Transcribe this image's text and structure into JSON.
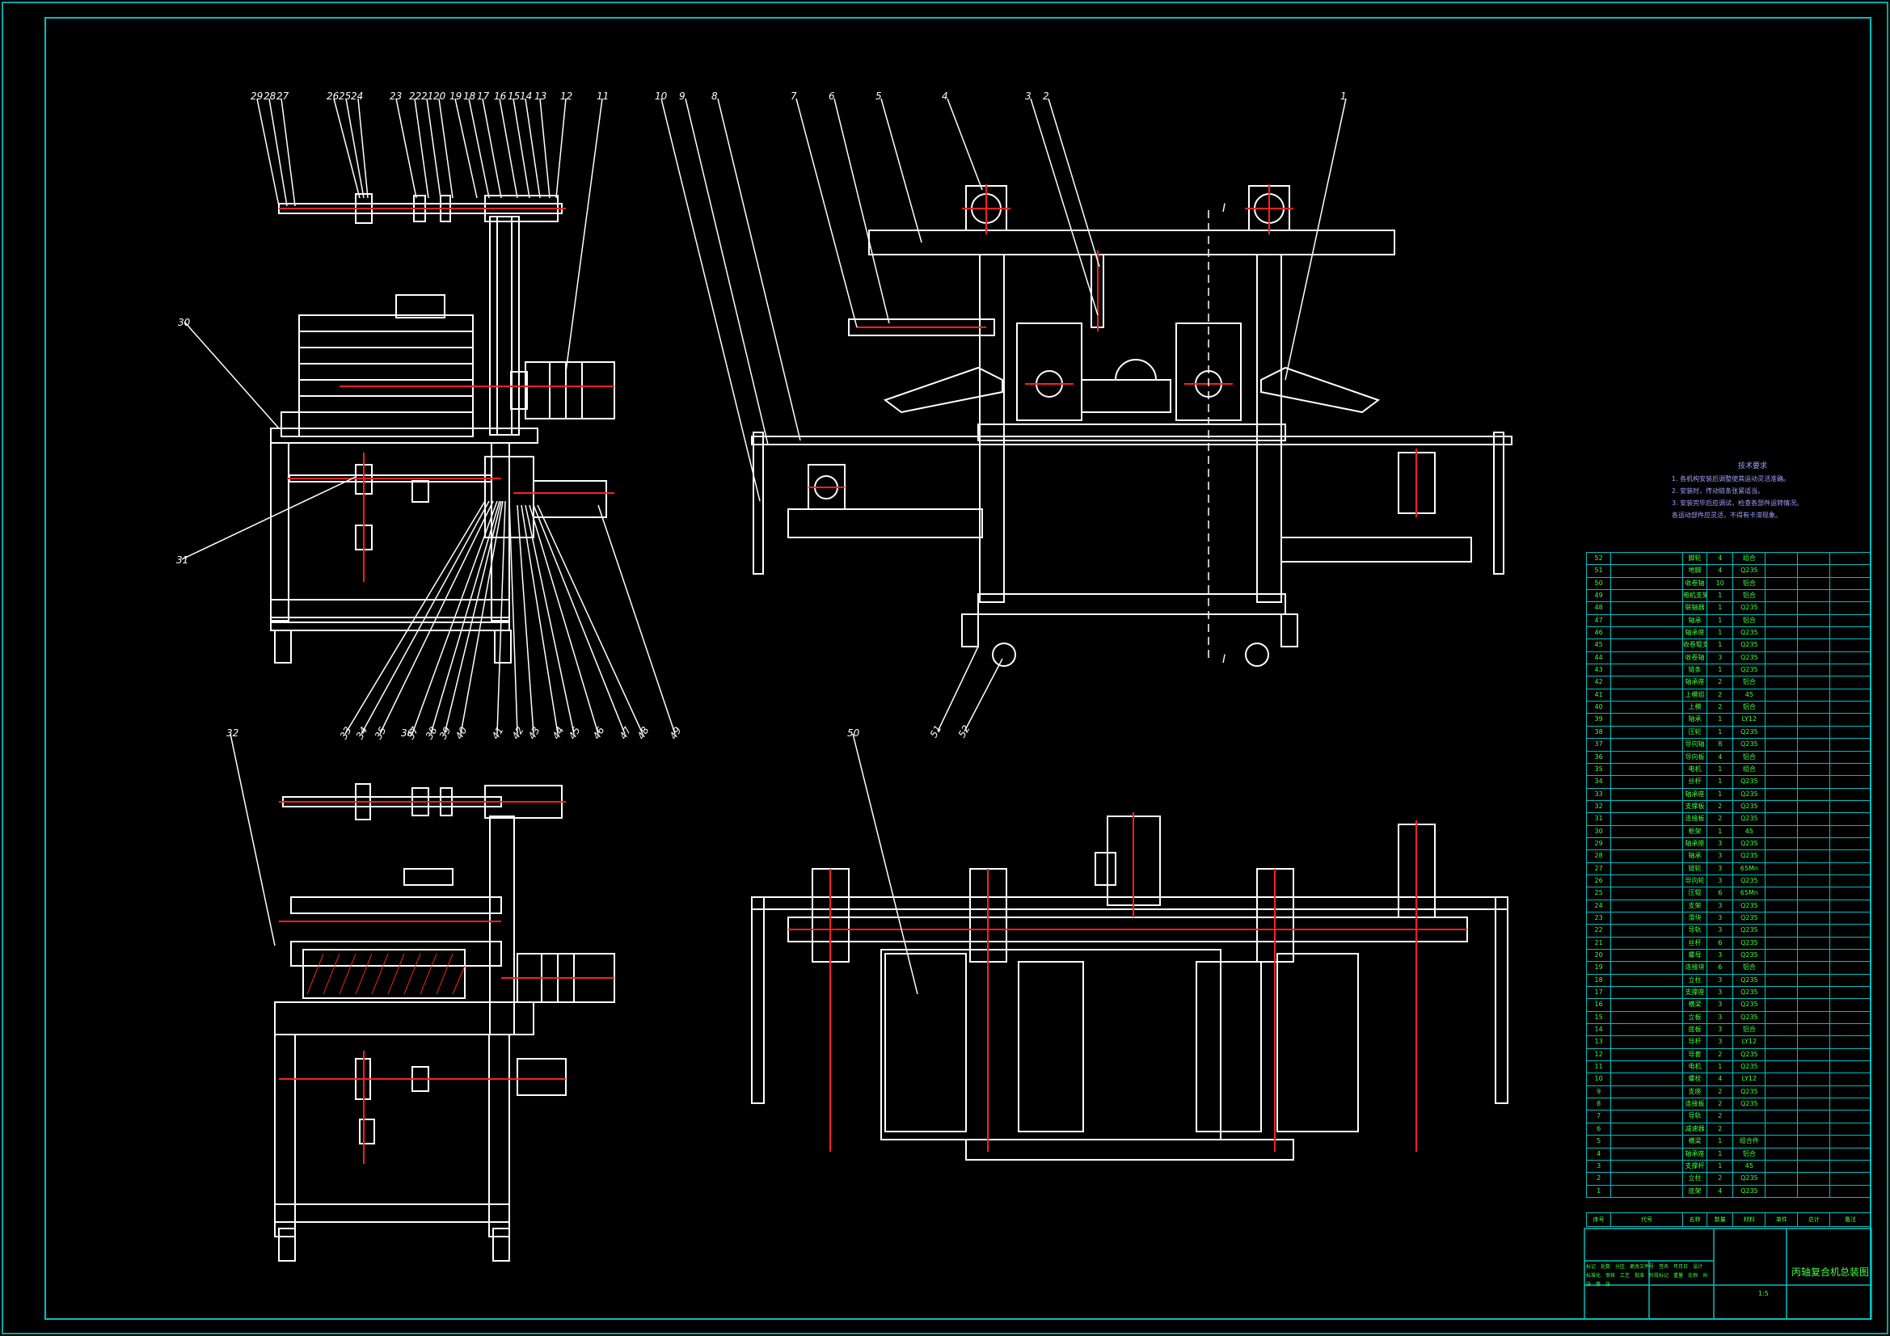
{
  "colors": {
    "background": "#000000",
    "frame": "#00a8a8",
    "geometry": "#ffffff",
    "centerline": "#ff2020",
    "table_lines": "#00c0c0",
    "table_text": "#40ff40",
    "note_text": "#a0a0ff"
  },
  "balloons": {
    "side_view_top": [
      "29",
      "28",
      "27",
      "26",
      "25",
      "24",
      "23",
      "22",
      "21",
      "20",
      "19",
      "18",
      "17",
      "16",
      "15",
      "14",
      "13",
      "12",
      "11"
    ],
    "side_view_left": [
      "30",
      "31"
    ],
    "side_view_bottom": [
      "33",
      "34",
      "35",
      "37",
      "38",
      "39",
      "40",
      "41",
      "42",
      "43",
      "44",
      "45",
      "46",
      "47",
      "48",
      "49"
    ],
    "section_view": [
      "32",
      "36"
    ],
    "front_view_top": [
      "10",
      "9",
      "8",
      "7",
      "6",
      "5",
      "4",
      "3",
      "2",
      "1"
    ],
    "front_view_bottom": [
      "51",
      "52"
    ],
    "top_view": [
      "50"
    ]
  },
  "section_marks": [
    "I",
    "I"
  ],
  "tech_notes": {
    "title": "技术要求",
    "lines": [
      "1. 各机构安装后调整使其运动灵活准确。",
      "2. 安装时，传动链条张紧适当。",
      "3. 安装完毕后应调试，检查各部件运转情况。",
      "   各运动部件应灵活，不得有卡滞现象。"
    ]
  },
  "parts_list": {
    "rows": [
      [
        "52",
        "脚轮",
        "4",
        "组合"
      ],
      [
        "51",
        "地脚",
        "4",
        "Q235"
      ],
      [
        "50",
        "收卷轴",
        "10",
        "铝合"
      ],
      [
        "49",
        "电机支架",
        "1",
        "铝合"
      ],
      [
        "48",
        "联轴器",
        "1",
        "Q235"
      ],
      [
        "47",
        "轴承",
        "1",
        "铝合"
      ],
      [
        "46",
        "轴承座",
        "1",
        "Q235"
      ],
      [
        "45",
        "收卷辊支撑",
        "1",
        "Q235"
      ],
      [
        "44",
        "收卷轴",
        "3",
        "Q235"
      ],
      [
        "43",
        "链条",
        "1",
        "Q235"
      ],
      [
        "42",
        "轴承座",
        "2",
        "铝合"
      ],
      [
        "41",
        "上模组",
        "2",
        "45"
      ],
      [
        "40",
        "上模",
        "2",
        "铝合"
      ],
      [
        "39",
        "轴承",
        "1",
        "LY12"
      ],
      [
        "38",
        "压轮",
        "1",
        "Q235"
      ],
      [
        "37",
        "导向轴",
        "8",
        "Q235"
      ],
      [
        "36",
        "导向板",
        "4",
        "铝合"
      ],
      [
        "35",
        "电机",
        "1",
        "组合"
      ],
      [
        "34",
        "丝杆",
        "1",
        "Q235"
      ],
      [
        "33",
        "轴承座",
        "1",
        "Q235"
      ],
      [
        "32",
        "支撑板",
        "2",
        "Q235"
      ],
      [
        "31",
        "连接板",
        "2",
        "Q235"
      ],
      [
        "30",
        "框架",
        "1",
        "45"
      ],
      [
        "29",
        "轴承座",
        "3",
        "Q235"
      ],
      [
        "28",
        "轴承",
        "3",
        "Q235"
      ],
      [
        "27",
        "链轮",
        "3",
        "65Mn"
      ],
      [
        "26",
        "导向轮",
        "3",
        "Q235"
      ],
      [
        "25",
        "压辊",
        "6",
        "65Mn"
      ],
      [
        "24",
        "支架",
        "3",
        "Q235"
      ],
      [
        "23",
        "滑块",
        "3",
        "Q235"
      ],
      [
        "22",
        "导轨",
        "3",
        "Q235"
      ],
      [
        "21",
        "丝杆",
        "6",
        "Q235"
      ],
      [
        "20",
        "螺母",
        "3",
        "Q235"
      ],
      [
        "19",
        "连接块",
        "6",
        "铝合"
      ],
      [
        "18",
        "立柱",
        "3",
        "Q235"
      ],
      [
        "17",
        "支撑座",
        "3",
        "Q235"
      ],
      [
        "16",
        "横梁",
        "3",
        "Q235"
      ],
      [
        "15",
        "立板",
        "3",
        "Q235"
      ],
      [
        "14",
        "底板",
        "3",
        "铝合"
      ],
      [
        "13",
        "导杆",
        "3",
        "LY12"
      ],
      [
        "12",
        "导套",
        "2",
        "Q235"
      ],
      [
        "11",
        "电机",
        "1",
        "Q235"
      ],
      [
        "10",
        "螺栓",
        "4",
        "LY12"
      ],
      [
        "9",
        "支座",
        "2",
        "Q235"
      ],
      [
        "8",
        "连接板",
        "2",
        "Q235"
      ],
      [
        "7",
        "导轨",
        "2",
        ""
      ],
      [
        "6",
        "减速器",
        "2",
        ""
      ],
      [
        "5",
        "横梁",
        "1",
        "组合件"
      ],
      [
        "4",
        "轴承座",
        "1",
        "铝合"
      ],
      [
        "3",
        "支撑杆",
        "1",
        "45"
      ],
      [
        "2",
        "立柱",
        "2",
        "Q235"
      ],
      [
        "1",
        "底架",
        "4",
        "Q235"
      ]
    ],
    "header": [
      "序号",
      "代号",
      "名称",
      "数量",
      "材料",
      "单件",
      "总计",
      "备注"
    ]
  },
  "title_block": {
    "drawing_title": "丙轴复合机总装图",
    "scale": "1:5",
    "labels": [
      "标记",
      "处数",
      "分区",
      "更改文件号",
      "签名",
      "年月日",
      "设计",
      "标准化",
      "审核",
      "工艺",
      "批准",
      "阶段标记",
      "重量",
      "比例",
      "共",
      "张",
      "第",
      "张"
    ]
  }
}
